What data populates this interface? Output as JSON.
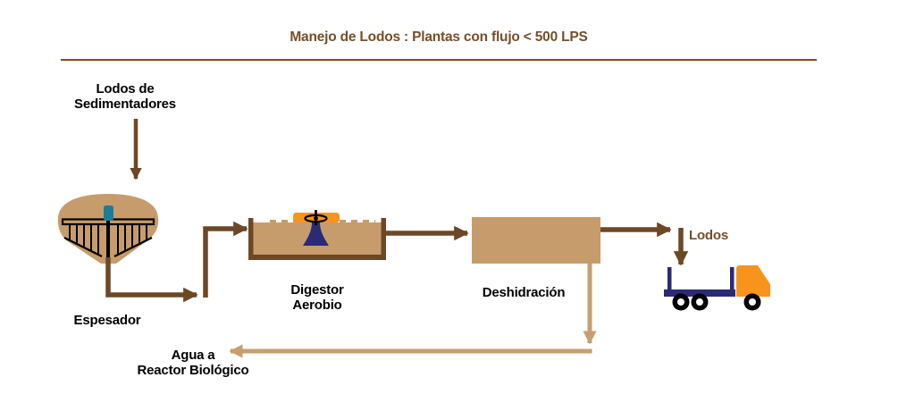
{
  "header": {
    "title": "Manejo de Lodos : Plantas con flujo < 500 LPS"
  },
  "labels": {
    "source": "Lodos de\nSedimentadores",
    "thickener": "Espesador",
    "digester": "Digestor\nAerobio",
    "dewatering": "Deshidración",
    "sludge": "Lodos",
    "water_return": "Agua a\nReactor Biológico"
  },
  "colors": {
    "title_brown": "#75502A",
    "flow_line_brown": "#6D4826",
    "tank_tan": "#C69C6D",
    "return_line_tan": "#C79E6F",
    "truck_cab_orange": "#F7941D",
    "truck_navy": "#2B2A74",
    "aerator_cone_navy": "#2B2A74",
    "aerator_float_orange": "#F7941D",
    "thickener_motor_teal": "#1A7E99",
    "label_black": "#000000"
  }
}
